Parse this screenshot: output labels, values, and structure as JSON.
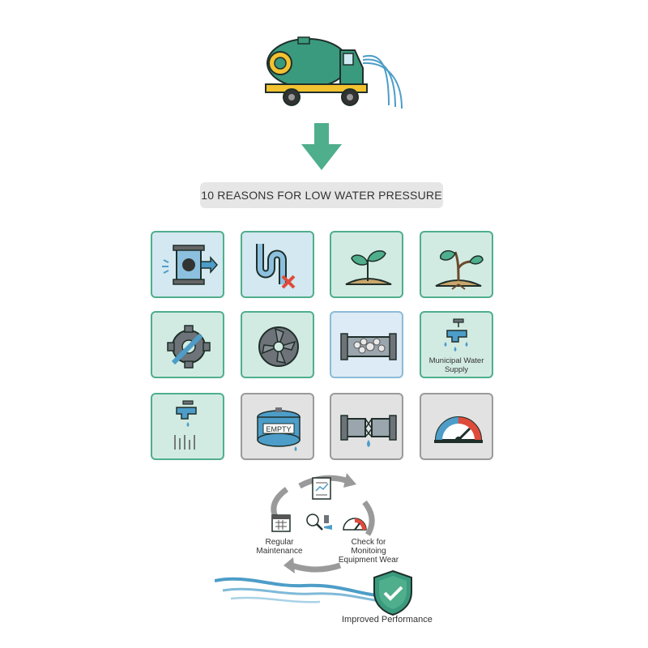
{
  "title": "10 REASONS FOR LOW WATER PRESSURE",
  "colors": {
    "green": "#4fae8c",
    "teal_fill": "#d2ebe2",
    "gray_fill": "#e2e2e2",
    "blue": "#4d9dc8",
    "red": "#e04a3a"
  },
  "grid": {
    "rows": [
      [
        {
          "icon": "clogged-pipe-valve-icon",
          "style": "blue",
          "label": ""
        },
        {
          "icon": "bent-pipe-cross-icon",
          "style": "blue",
          "label": ""
        },
        {
          "icon": "seedling-soil-icon",
          "style": "teal",
          "label": ""
        },
        {
          "icon": "tree-roots-soil-icon",
          "style": "teal",
          "label": ""
        }
      ],
      [
        {
          "icon": "gear-wrench-icon",
          "style": "teal",
          "label": ""
        },
        {
          "icon": "pump-impeller-icon",
          "style": "teal",
          "label": ""
        },
        {
          "icon": "sediment-pipe-icon",
          "style": "lblue",
          "label": ""
        },
        {
          "icon": "faucet-drip-icon",
          "style": "teal",
          "label": "Municipal Water Supply"
        }
      ],
      [
        {
          "icon": "faucet-rain-icon",
          "style": "teal",
          "label": ""
        },
        {
          "icon": "empty-tank-icon",
          "style": "gray",
          "label": ""
        },
        {
          "icon": "broken-pipe-leak-icon",
          "style": "gray",
          "label": ""
        },
        {
          "icon": "pressure-gauge-icon",
          "style": "gray",
          "label": ""
        }
      ]
    ]
  },
  "tank_label": "EMPTY",
  "cycle": {
    "left_label": "Regular Maintenance",
    "right_label": "Check for Monitoing Equipment Wear"
  },
  "footer": {
    "label": "Improved Performance"
  }
}
